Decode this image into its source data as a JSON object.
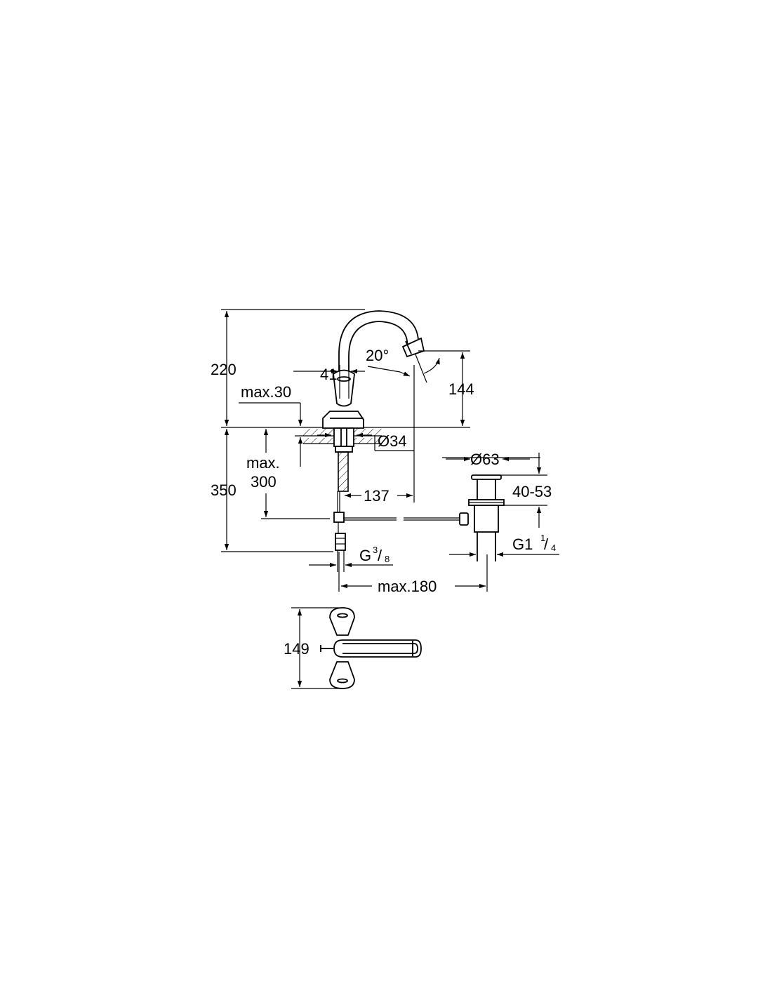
{
  "dimensions": {
    "height_total": "220",
    "spout_height": "144",
    "angle": "20°",
    "lever_width": "41",
    "deck_thickness": "max.30",
    "hole_diameter": "Ø34",
    "below_deck_line1": "max.",
    "below_deck_line2": "300",
    "below_total": "350",
    "reach": "137",
    "waste_diameter": "Ø63",
    "waste_range": "40-53",
    "thread_waste_main": "G1",
    "thread_waste_num": "1",
    "thread_waste_den": "4",
    "thread_supply_main": "G",
    "thread_supply_num": "3",
    "thread_supply_den": "8",
    "rod_length": "max.180",
    "handle_span": "149"
  }
}
